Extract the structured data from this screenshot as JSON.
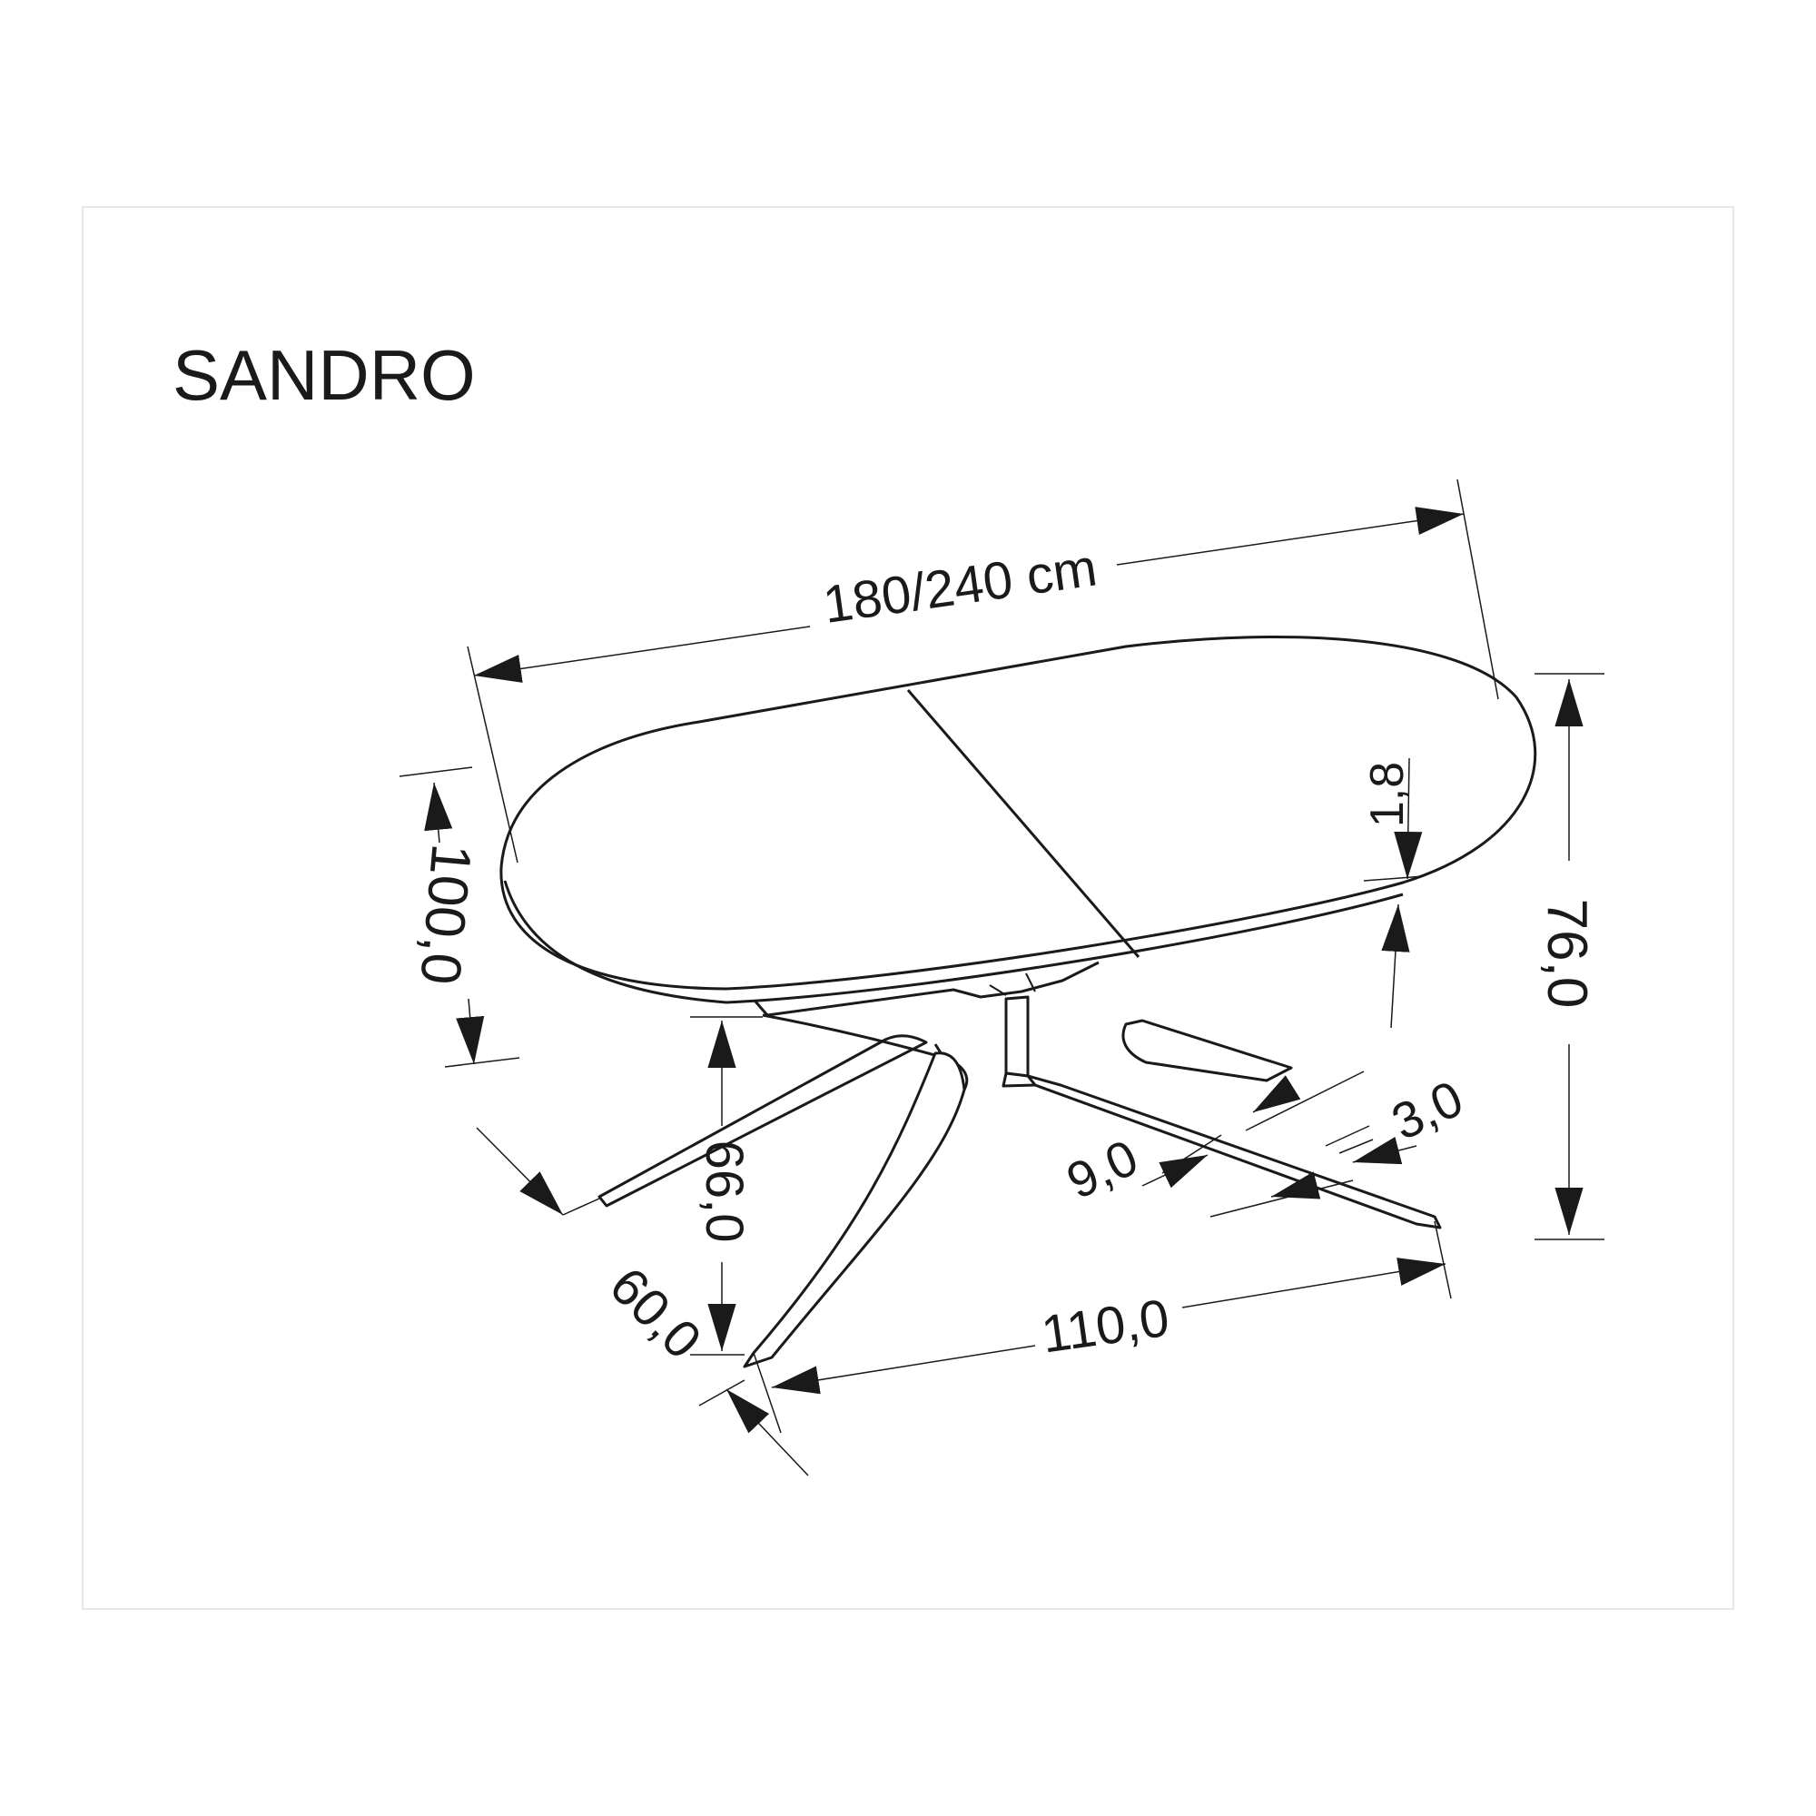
{
  "title": "SANDRO",
  "dimensions": {
    "length": "180/240 cm",
    "width": "100,0",
    "height": "76,0",
    "top_thickness": "1,8",
    "clearance": "66,0",
    "leg_spread_front": "60,0",
    "leg_spread_side": "110,0",
    "leg_width": "9,0",
    "leg_thickness": "3,0"
  },
  "colors": {
    "line": "#1a1a1a",
    "frame": "#e6e6e6",
    "background": "#ffffff"
  }
}
